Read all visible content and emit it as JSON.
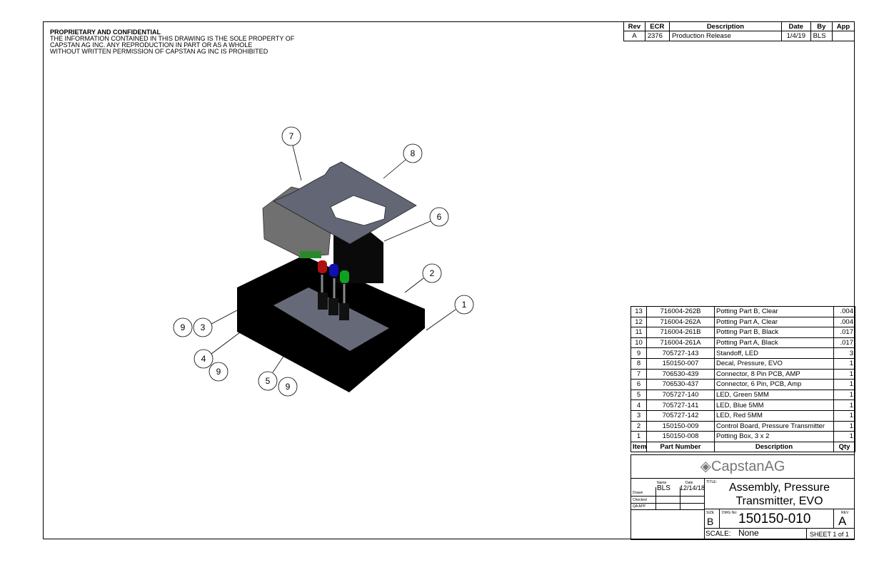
{
  "notice": {
    "title": "PROPRIETARY AND CONFIDENTIAL",
    "lines": [
      "THE INFORMATION CONTAINED IN THIS DRAWING IS THE SOLE PROPERTY OF",
      "CAPSTAN AG INC. ANY REPRODUCTION IN PART OR AS A WHOLE",
      "WITHOUT WRITTEN PERMISSION OF CAPSTAN AG INC IS PROHIBITED"
    ]
  },
  "revisions": {
    "headers": [
      "Rev",
      "ECR",
      "Description",
      "Date",
      "By",
      "App"
    ],
    "rows": [
      [
        "A",
        "2376",
        "Production Release",
        "1/4/19",
        "BLS",
        ""
      ]
    ]
  },
  "bom": {
    "headers": [
      "Item",
      "Part Number",
      "Description",
      "Qty"
    ],
    "rows": [
      [
        "13",
        "716004-262B",
        "Potting Part B, Clear",
        ".004"
      ],
      [
        "12",
        "716004-262A",
        "Potting Part A, Clear",
        ".004"
      ],
      [
        "11",
        "716004-261B",
        "Potting Part B, Black",
        ".017"
      ],
      [
        "10",
        "716004-261A",
        "Potting Part A, Black",
        ".017"
      ],
      [
        "9",
        "705727-143",
        "Standoff, LED",
        "3"
      ],
      [
        "8",
        "150150-007",
        "Decal, Pressure, EVO",
        "1"
      ],
      [
        "7",
        "706530-439",
        "Connector, 8 Pin PCB, AMP",
        "1"
      ],
      [
        "6",
        "706530-437",
        "Connector, 6 Pin, PCB, Amp",
        "1"
      ],
      [
        "5",
        "705727-140",
        "LED, Green 5MM",
        "1"
      ],
      [
        "4",
        "705727-141",
        "LED, Blue 5MM",
        "1"
      ],
      [
        "3",
        "705727-142",
        "LED, Red 5MM",
        "1"
      ],
      [
        "2",
        "150150-009",
        "Control Board, Pressure Transmitter",
        "1"
      ],
      [
        "1",
        "150150-008",
        "Potting Box, 3 x 2",
        "1"
      ]
    ]
  },
  "titleblock": {
    "logo": "CapstanAG",
    "name_label": "Name",
    "date_label": "Date",
    "drawn_label": "Drawn",
    "checked_label": "Checked",
    "qa_label": "QA APP",
    "drawn_name": "BLS",
    "drawn_date": "12/14/18",
    "title_label": "TITLE:",
    "title_line1": "Assembly, Pressure",
    "title_line2": "Transmitter, EVO",
    "size_label": "SIZE",
    "size": "B",
    "dwg_label": "DWG No:",
    "dwg_no": "150150-010",
    "rev_label": "REV",
    "rev": "A",
    "scale_label": "SCALE:",
    "scale": "None",
    "sheet": "SHEET 1 of 1"
  },
  "balloons": [
    "7",
    "8",
    "6",
    "2",
    "1",
    "9",
    "3",
    "4",
    "9",
    "5",
    "9"
  ],
  "colors": {
    "led_red": "#b01010",
    "led_blue": "#1010b0",
    "led_green": "#10a020",
    "plate": "#626675",
    "connector": "#707070"
  }
}
